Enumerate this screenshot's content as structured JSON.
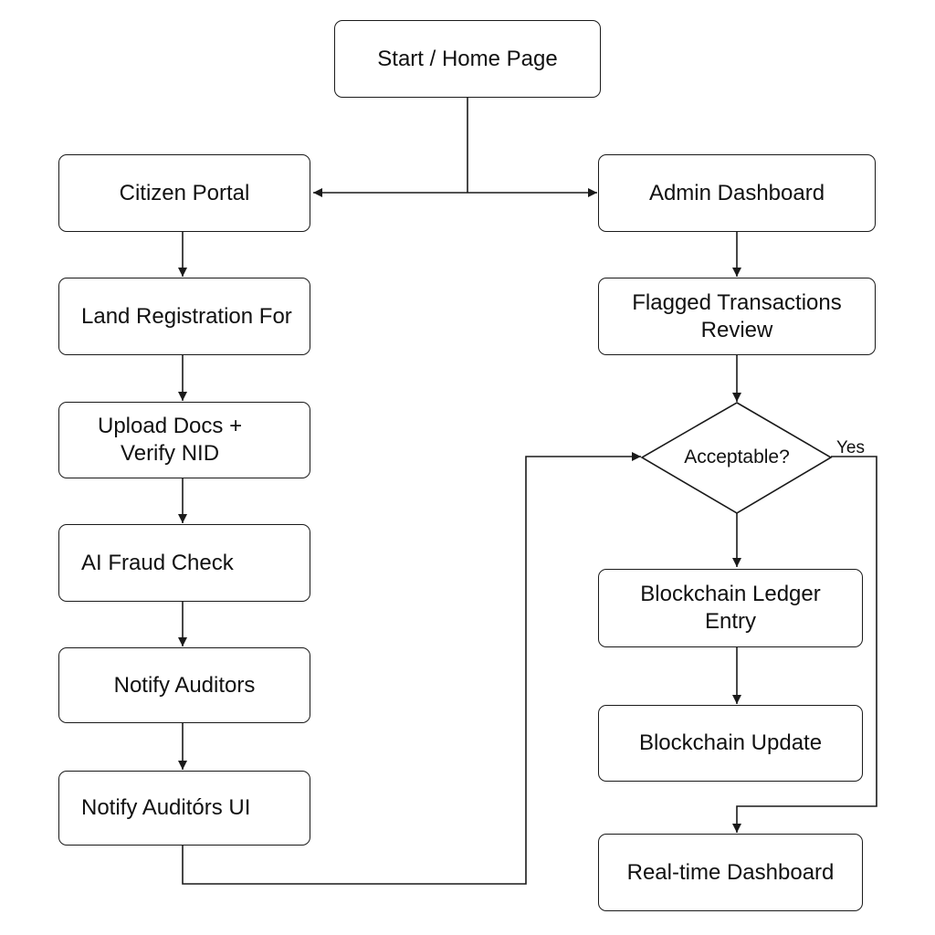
{
  "nodes": {
    "start": "Start / Home Page",
    "citizen_portal": "Citizen Portal",
    "admin_dashboard": "Admin Dashboard",
    "land_registration": "Land Registration For",
    "flagged_review": "Flagged Transactions\nReview",
    "upload_docs": "Upload Docs +\nVerify NID",
    "acceptable": "Acceptable?",
    "ai_fraud_check": "AI Fraud Check",
    "blockchain_ledger": "Blockchain Ledger\nEntry",
    "notify_auditors": "Notify Auditors",
    "blockchain_update": "Blockchain Update",
    "notify_auditors_ui": "Notify Auditórs UI",
    "realtime_dashboard": "Real-time Dashboard"
  },
  "edge_labels": {
    "yes": "Yes"
  },
  "colors": {
    "stroke": "#1a1a1a",
    "background": "#ffffff",
    "text": "#111111"
  }
}
